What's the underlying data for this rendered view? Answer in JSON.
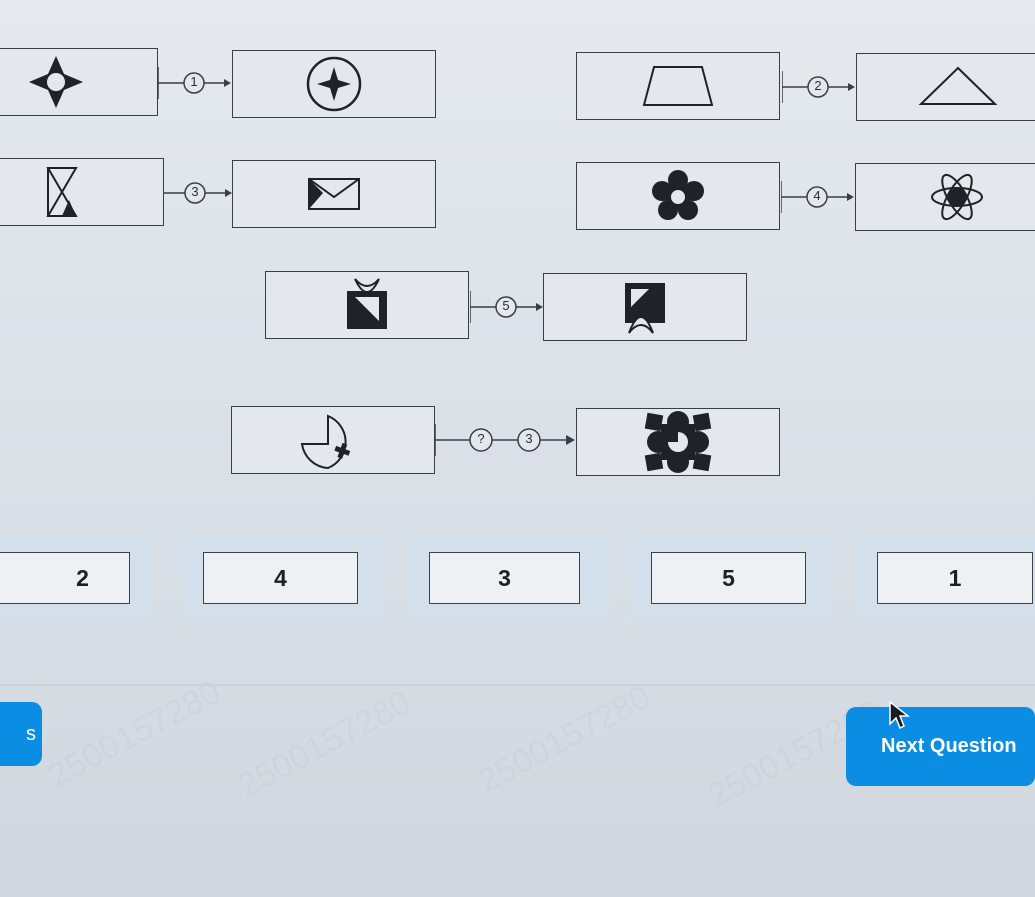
{
  "puzzle": {
    "rules": [
      {
        "num": "1",
        "from": "four-point-star-in-diamond",
        "to": "four-point-star-in-circle"
      },
      {
        "num": "2",
        "from": "trapezoid",
        "to": "triangle"
      },
      {
        "num": "3",
        "from": "hourglass-with-triangle",
        "to": "envelope-with-triangle"
      },
      {
        "num": "4",
        "from": "black-flower",
        "to": "atom-with-black-dot"
      },
      {
        "num": "5",
        "from": "square-with-crescent-top",
        "to": "square-with-crescent-bottom"
      }
    ],
    "question": {
      "unknown": "?",
      "known": "3",
      "from": "quarter-pie-with-cross",
      "to": "black-cross-with-pie"
    }
  },
  "answers": [
    "2",
    "4",
    "3",
    "5",
    "1"
  ],
  "nav": {
    "prev_label": "s",
    "next_label": "Next Question"
  },
  "watermark": "2500157280",
  "colors": {
    "accent": "#0a8de3",
    "ink": "#1c2026",
    "answer_highlight": "#d3e0ec"
  }
}
